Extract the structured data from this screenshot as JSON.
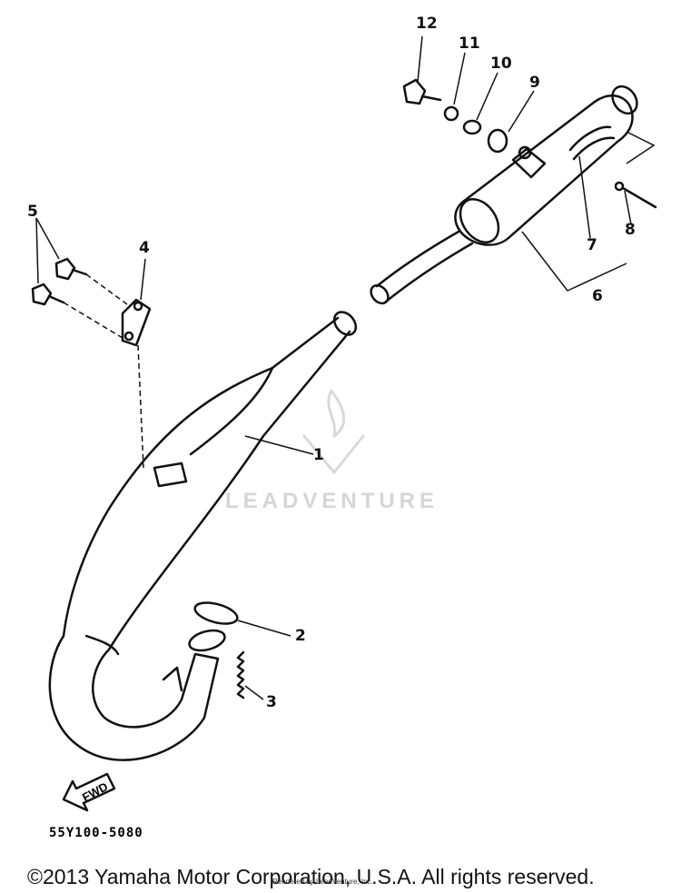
{
  "callouts": [
    {
      "id": "1",
      "label": "1"
    },
    {
      "id": "2",
      "label": "2"
    },
    {
      "id": "3",
      "label": "3"
    },
    {
      "id": "4",
      "label": "4"
    },
    {
      "id": "5",
      "label": "5"
    },
    {
      "id": "6",
      "label": "6"
    },
    {
      "id": "7",
      "label": "7"
    },
    {
      "id": "8",
      "label": "8"
    },
    {
      "id": "9",
      "label": "9"
    },
    {
      "id": "10",
      "label": "10"
    },
    {
      "id": "11",
      "label": "11"
    },
    {
      "id": "12",
      "label": "12"
    }
  ],
  "fwd_label": "FWD",
  "drawing_code": "55Y100-5080",
  "watermark": "LEADVENTURE",
  "copyright": "©2013 Yamaha Motor Corporation, U.S.A. All rights reserved.",
  "rendered_note": "Rendered by LeadVenture, Inc."
}
